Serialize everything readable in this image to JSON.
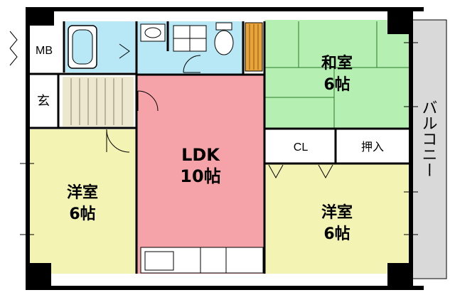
{
  "colors": {
    "wall": "#000000",
    "ldk": "#f5a3a8",
    "washitsu": "#b5f0b2",
    "yoshitsu": "#f3f3b4",
    "water": "#b8e8f6",
    "balcony": "#d9d9d9",
    "entrance": "#ffffff",
    "storage": "#ffffff",
    "step": "#cfc8a8",
    "closet_wood": "#e8a33a"
  },
  "rooms": {
    "mb": "MB",
    "genkan": "玄",
    "ldk_name": "LDK",
    "ldk_size": "10帖",
    "washitsu_name": "和室",
    "washitsu_size": "6帖",
    "yoshitsu_left_name": "洋室",
    "yoshitsu_left_size": "6帖",
    "yoshitsu_right_name": "洋室",
    "yoshitsu_right_size": "6帖",
    "closet": "CL",
    "oshiire": "押入",
    "balcony": "バルコニー"
  },
  "icons": {
    "bath": "bathtub-icon",
    "sink": "washbasin-icon",
    "toilet": "toilet-icon",
    "washer": "washing-machine-icon",
    "kitchen": "kitchen-counter-icon"
  }
}
